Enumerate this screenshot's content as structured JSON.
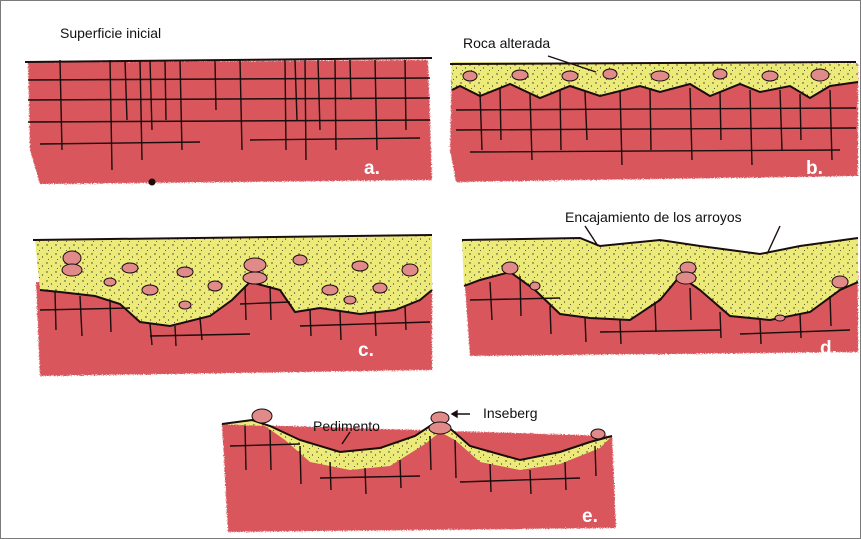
{
  "labels": {
    "superficie": "Superficie inicial",
    "roca": "Roca alterada",
    "encajamiento": "Encajamiento de los arroyos",
    "pedimento": "Pedimento",
    "inseberg": "Inseberg"
  },
  "panels": {
    "a": "a.",
    "b": "b.",
    "c": "c.",
    "d": "d.",
    "e": "e."
  },
  "colors": {
    "rock": "#d8575c",
    "rock_dark": "#c94b52",
    "sediment": "#ecea78",
    "line": "#1a0d0d",
    "boulder": "#e08a8a"
  }
}
